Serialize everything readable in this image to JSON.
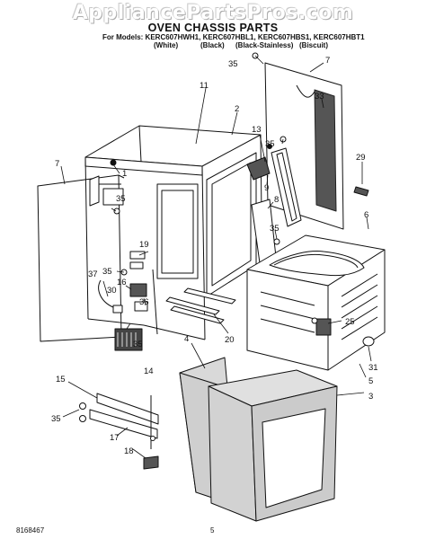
{
  "watermark": "AppliancePartsPros.com",
  "title": "OVEN CHASSIS PARTS",
  "models_line": "For Models: KERC607HWH1, KERC607HBL1, KERC607HBS1, KERC607HBT1",
  "colors": [
    "(White)",
    "(Black)",
    "(Black-Stainless)",
    "(Biscuit)"
  ],
  "part_numbers": [
    "1",
    "2",
    "3",
    "4",
    "5",
    "6",
    "7",
    "7",
    "8",
    "9",
    "11",
    "13",
    "14",
    "15",
    "16",
    "17",
    "18",
    "19",
    "20",
    "25",
    "29",
    "30",
    "31",
    "33",
    "35",
    "35",
    "35",
    "35",
    "35",
    "35",
    "35",
    "36",
    "37"
  ],
  "footer": {
    "doc_number": "8168467",
    "page": "5"
  }
}
